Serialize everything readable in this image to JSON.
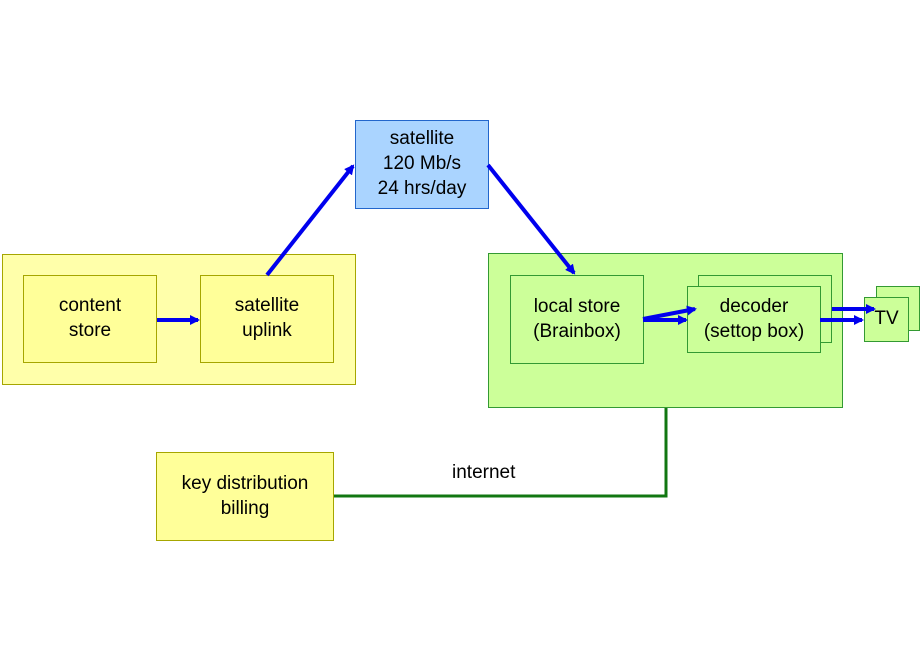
{
  "colors": {
    "yellow_fill": "#ffff99",
    "yellow_border": "#a6a600",
    "green_fill": "#ccff99",
    "green_border": "#339933",
    "blue_fill": "#aad4ff",
    "blue_border": "#2266cc",
    "signal_arrow": "#0000ee",
    "internet_line": "#117711"
  },
  "nodes": {
    "content_store": {
      "lines": [
        "content",
        "store"
      ]
    },
    "satellite_uplink": {
      "lines": [
        "satellite",
        "uplink"
      ]
    },
    "satellite": {
      "lines": [
        "satellite",
        "120 Mb/s",
        "24 hrs/day"
      ]
    },
    "local_store": {
      "lines": [
        "local store",
        "(Brainbox)"
      ]
    },
    "decoder": {
      "lines": [
        "decoder",
        "(settop box)"
      ]
    },
    "tv": {
      "lines": [
        "TV"
      ]
    },
    "key_distribution": {
      "lines": [
        "key distribution",
        "billing"
      ]
    }
  },
  "edges": {
    "internet_label": "internet"
  }
}
